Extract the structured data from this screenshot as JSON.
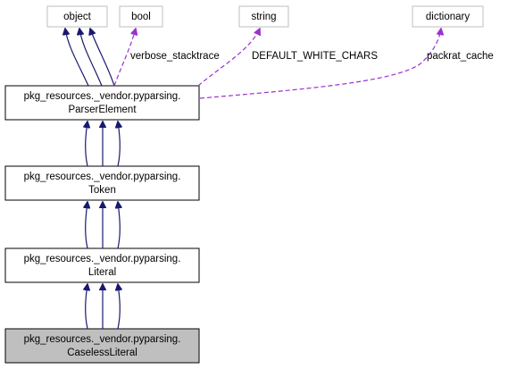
{
  "nodes": {
    "object": {
      "label": "object"
    },
    "bool": {
      "label": "bool"
    },
    "string": {
      "label": "string"
    },
    "dictionary": {
      "label": "dictionary"
    },
    "parser_element": {
      "line1": "pkg_resources._vendor.pyparsing.",
      "line2": "ParserElement"
    },
    "token": {
      "line1": "pkg_resources._vendor.pyparsing.",
      "line2": "Token"
    },
    "literal": {
      "line1": "pkg_resources._vendor.pyparsing.",
      "line2": "Literal"
    },
    "caseless_literal": {
      "line1": "pkg_resources._vendor.pyparsing.",
      "line2": "CaselessLiteral"
    }
  },
  "edge_labels": {
    "verbose_stacktrace": "verbose_stacktrace",
    "default_white_chars": "DEFAULT_WHITE_CHARS",
    "packrat_cache": "packrat_cache"
  },
  "colors": {
    "inheritance_edge": "#191970",
    "usage_edge": "#9a32cd",
    "highlight_fill": "#bfbfbf",
    "external_border": "#bfbfbf"
  }
}
